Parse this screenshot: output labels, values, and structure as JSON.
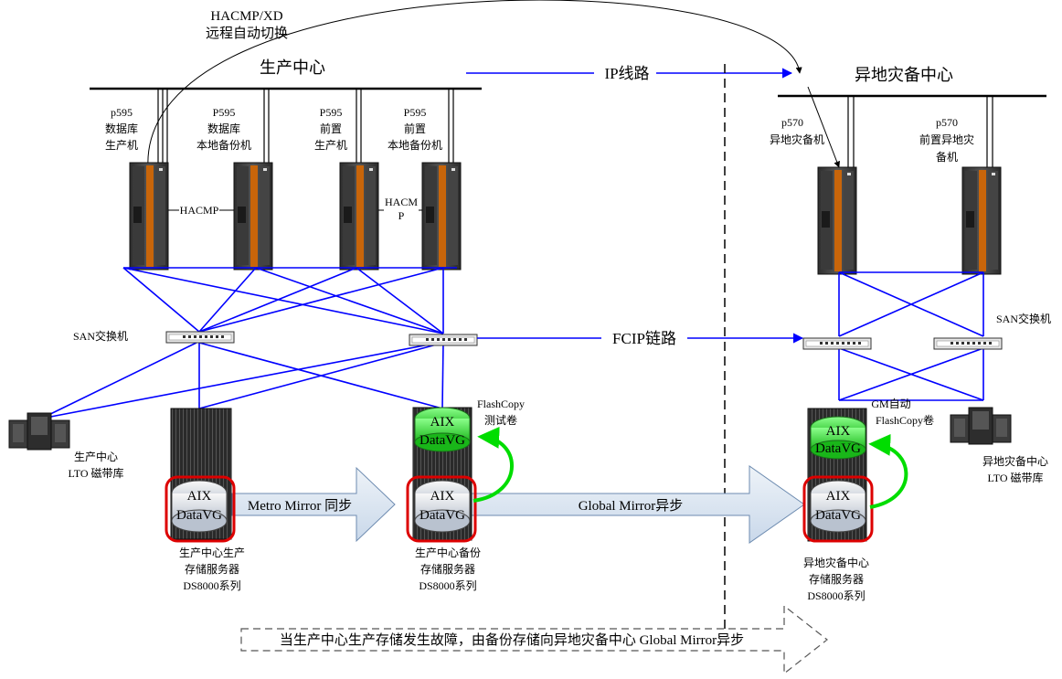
{
  "header": {
    "hacmp_xd_line1": "HACMP/XD",
    "hacmp_xd_line2": "远程自动切换",
    "production_center": "生产中心",
    "ip_link": "IP线路",
    "dr_center": "异地灾备中心"
  },
  "servers": {
    "s1": [
      "p595",
      "数据库",
      "生产机"
    ],
    "s2": [
      "P595",
      "数据库",
      "本地备份机"
    ],
    "s3": [
      "P595",
      "前置",
      "生产机"
    ],
    "s4": [
      "P595",
      "前置",
      "本地备份机"
    ],
    "s5": [
      "p570",
      "异地灾备机"
    ],
    "s6": [
      "p570",
      "前置异地灾",
      "备机"
    ]
  },
  "hacmp": {
    "left": "HACMP",
    "right_line1": "HACM",
    "right_line2": "P"
  },
  "san": {
    "left": "SAN交换机",
    "right": "SAN交换机",
    "fcip": "FCIP链路"
  },
  "volumes": {
    "aix": "AIX",
    "datavg": "DataVG",
    "flashcopy_line1": "FlashCopy",
    "flashcopy_line2": "测试卷",
    "gm_line1": "GM自动",
    "gm_line2": "FlashCopy卷"
  },
  "arrows": {
    "metro": "Metro Mirror 同步",
    "global": "Global Mirror异步",
    "failover": "当生产中心生产存储发生故障，由备份存储向异地灾备中心 Global Mirror异步"
  },
  "storage": {
    "prod": [
      "生产中心生产",
      "存储服务器",
      "DS8000系列"
    ],
    "backup": [
      "生产中心备份",
      "存储服务器",
      "DS8000系列"
    ],
    "dr": [
      "异地灾备中心",
      "存储服务器",
      "DS8000系列"
    ]
  },
  "tape": {
    "prod": [
      "生产中心",
      "LTO 磁带库"
    ],
    "dr": [
      "异地灾备中心",
      "LTO 磁带库"
    ]
  },
  "colors": {
    "link_blue": "#0000ff",
    "flashcopy_green": "#00dd00",
    "highlight_red": "#dd0000",
    "server_orange": "#c8650a"
  }
}
